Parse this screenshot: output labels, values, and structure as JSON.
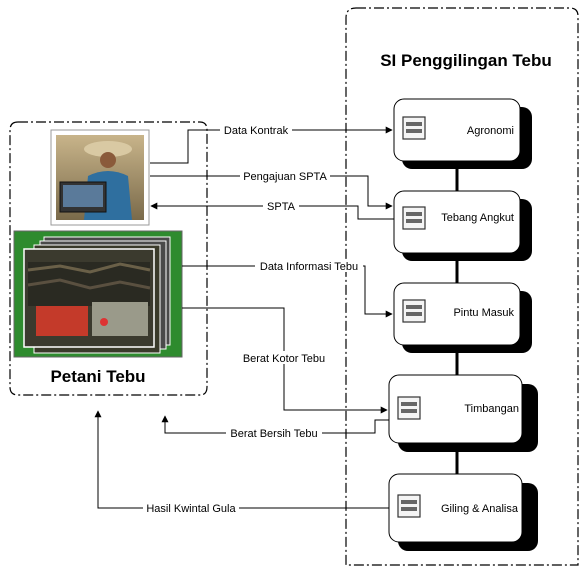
{
  "right_panel": {
    "title": "SI Penggilingan Tebu",
    "modules": [
      {
        "label": "Agronomi"
      },
      {
        "label": "Tebang Angkut"
      },
      {
        "label": "Pintu Masuk"
      },
      {
        "label": "Timbangan"
      },
      {
        "label": "Giling & Analisa"
      }
    ]
  },
  "left_panel": {
    "title": "Petani Tebu",
    "photos": [
      {
        "subject": "farmer with laptop"
      },
      {
        "subject": "sugarcane trucks"
      }
    ]
  },
  "flows": [
    {
      "label": "Data Kontrak"
    },
    {
      "label": "Pengajuan SPTA"
    },
    {
      "label": "SPTA"
    },
    {
      "label": "Data Informasi Tebu"
    },
    {
      "label": "Berat Kotor Tebu"
    },
    {
      "label": "Berat Bersih Tebu"
    },
    {
      "label": "Hasil Kwintal Gula"
    }
  ],
  "colors": {
    "line": "#000000",
    "module_fill": "#ffffff",
    "module_shadow": "#000000",
    "photo_green": "#2e8b2e"
  }
}
